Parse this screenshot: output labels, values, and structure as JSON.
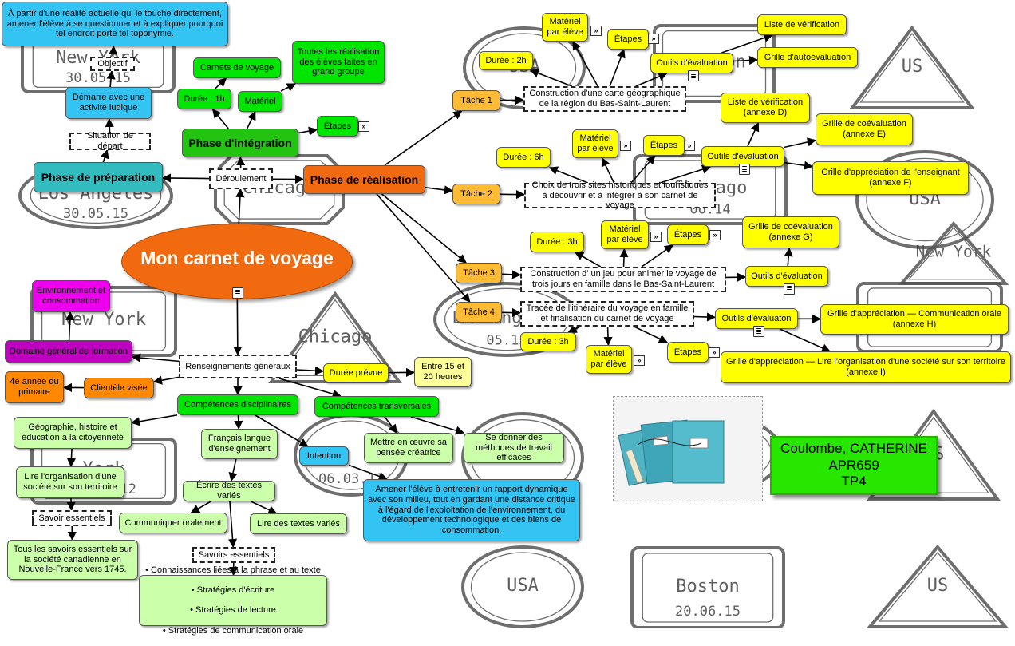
{
  "colors": {
    "central": "#f26a10",
    "yellow": "#ffff00",
    "green": "#00e600",
    "dark_green": "#22c411",
    "light_green": "#ccffaa",
    "teal": "#33bcc0",
    "blue": "#33c4f4",
    "magenta": "#ee00ee",
    "purple": "#c000c0",
    "orange": "#ff8800",
    "light_orange": "#ffbb33",
    "pale_yellow": "#ffff99"
  },
  "central": {
    "title": "Mon carnet de voyage",
    "icon": "note-icon"
  },
  "deroulement": "Déroulement",
  "phase_prep": {
    "title": "Phase de préparation",
    "situation": "Situation de départ",
    "activite": "Démarre avec une activité ludique",
    "objectif": "Objectif",
    "objectif_text": "À partir d'une réalité actuelle qui le touche directement, amener l'élève à se questionner et à expliquer pourquoi tel endroit porte tel toponymie."
  },
  "phase_integ": {
    "title": "Phase d'intégration",
    "duree": "Durée : 1h",
    "materiel": "Matériel",
    "carnets": "Carnets de voyage",
    "realisations": "Toutes les réalisation des élèves faites en grand groupe",
    "etapes": "Étapes"
  },
  "phase_real": {
    "title": "Phase de réalisation"
  },
  "taches": [
    {
      "label": "Tâche 1",
      "desc": "Construction d'une carte géographique de la région du Bas-Saint-Laurent",
      "duree": "Durée : 2h",
      "materiel": "Matériel par élève",
      "etapes": "Étapes",
      "outils": "Outils d'évaluation",
      "outils_items": [
        "Liste de vérification",
        "Grille d'autoévaluation"
      ]
    },
    {
      "label": "Tâche 2",
      "desc": "Choix de trois sites historiques et touristiques à découvrir et à intégrer à son carnet de voyage",
      "duree": "Durée : 6h",
      "materiel": "Matériel par élève",
      "etapes": "Étapes",
      "outils": "Outils d'évaluation",
      "outils_items": [
        "Liste de vérification (annexe D)",
        "Grille de coévaluation (annexe E)",
        "Grille d'appréciation de l'enseignant (annexe F)"
      ]
    },
    {
      "label": "Tâche 3",
      "desc": "Construction d' un jeu pour animer le voyage de trois jours en famille dans le Bas-Saint-Laurent",
      "duree": "Durée : 3h",
      "materiel": "Matériel par élève",
      "etapes": "Étapes",
      "grille": "Grille de coévaluation (annexe G)",
      "outils": "Outils d'évaluation"
    },
    {
      "label": "Tâche 4",
      "desc": "Tracée de l'itinéraire du voyage en famille et finalisation du carnet de voyage",
      "duree": "Durée : 3h",
      "materiel": "Matériel par élève",
      "etapes": "Étapes",
      "outils": "Outils d'évaluaton",
      "outils_items": [
        "Grille d'appréciation — Communication orale (annexe H)",
        "Grille d'appréciation — Lire l'organisation d'une société sur son territoire (annexe I)"
      ]
    }
  ],
  "renseignements": {
    "title": "Renseignements généraux",
    "duree": "Durée prévue",
    "heures": "Entre 15 et 20 heures",
    "clientele": "Clientèle visée",
    "annee": "4e année du primaire",
    "domaine": "Domaine général de formation",
    "environnement": "Environnement et consommation",
    "intention": "Intention",
    "intention_text": "Amener l'élève à entretenir un rapport dynamique avec son milieu, tout en gardant une distance critique à l'égard de l'exploitation de l'environnement, du développement technologique et des biens de consommation."
  },
  "comp_disc": {
    "title": "Compétences disciplinaires",
    "geo": "Géographie, histoire et éducation à la citoyenneté",
    "lire_org": "Lire l'organisation d'une société sur son territoire",
    "savoirs": "Savoir essentiels",
    "savoirs_text": "Tous les savoirs essentiels sur la société canadienne en Nouvelle-France vers 1745.",
    "francais": "Français langue d'enseignement",
    "ecrire": "Écrire des textes variés",
    "communiquer": "Communiquer oralement",
    "lire": "Lire des textes variés",
    "savoirs2": "Savoirs essentiels",
    "connaissances": [
      "• Connaissances liées à la phrase et au texte",
      "• Stratégies d'écriture",
      "• Stratégies de lecture",
      "• Stratégies de communication orale"
    ]
  },
  "comp_trans": {
    "title": "Compétences transversales",
    "creatrice": "Mettre en œuvre sa pensée créatrice",
    "methodes": "Se donner des méthodes de travail efficaces"
  },
  "author": {
    "name": "Coulombe, CATHERINE",
    "course": "APR659",
    "tp": "TP4"
  },
  "stamps": [
    {
      "city": "New York",
      "date": "30.05.15",
      "type": "rect"
    },
    {
      "city": "Los Angeles",
      "date": "30.05.15",
      "type": "oval"
    },
    {
      "city": "Chicago",
      "date": "",
      "type": "oct"
    },
    {
      "city": "USA",
      "date": "",
      "type": "round"
    },
    {
      "city": "Boston",
      "date": "",
      "type": "rect"
    },
    {
      "city": "US",
      "date": "",
      "type": "tri"
    },
    {
      "city": "Chicago",
      "date": "06.14",
      "type": "rect"
    },
    {
      "city": "USA",
      "date": "",
      "type": "round"
    },
    {
      "city": "Los Angeles",
      "date": "05.15",
      "type": "oval"
    },
    {
      "city": "Los Angeles",
      "date": "",
      "type": "rect"
    },
    {
      "city": "New York",
      "date": "",
      "type": "rect"
    },
    {
      "city": "Chicago",
      "date": "",
      "type": "tri"
    },
    {
      "city": "York",
      "date": "23.07.12",
      "type": "rect"
    },
    {
      "city": "",
      "date": "06.03.11",
      "type": "oval"
    },
    {
      "city": "Boston",
      "date": "",
      "type": "round"
    },
    {
      "city": "Boston",
      "date": "",
      "type": "oval"
    },
    {
      "city": "US",
      "date": "",
      "type": "tri"
    },
    {
      "city": "USA",
      "date": "",
      "type": "round"
    },
    {
      "city": "Boston",
      "date": "20.06.15",
      "type": "rect"
    },
    {
      "city": "US",
      "date": "",
      "type": "tri"
    },
    {
      "city": "New York",
      "date": "",
      "type": "tri"
    }
  ]
}
